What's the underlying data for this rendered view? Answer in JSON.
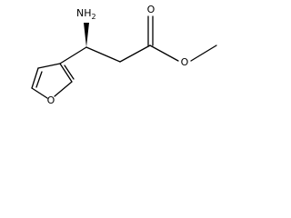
{
  "molecule": {
    "atoms": {
      "amine": {
        "symbol": "NH",
        "subscript": "2"
      },
      "carbonyl_oxygen": {
        "symbol": "O"
      },
      "ester_oxygen": {
        "symbol": "O"
      },
      "furan_oxygen": {
        "symbol": "O"
      }
    }
  }
}
